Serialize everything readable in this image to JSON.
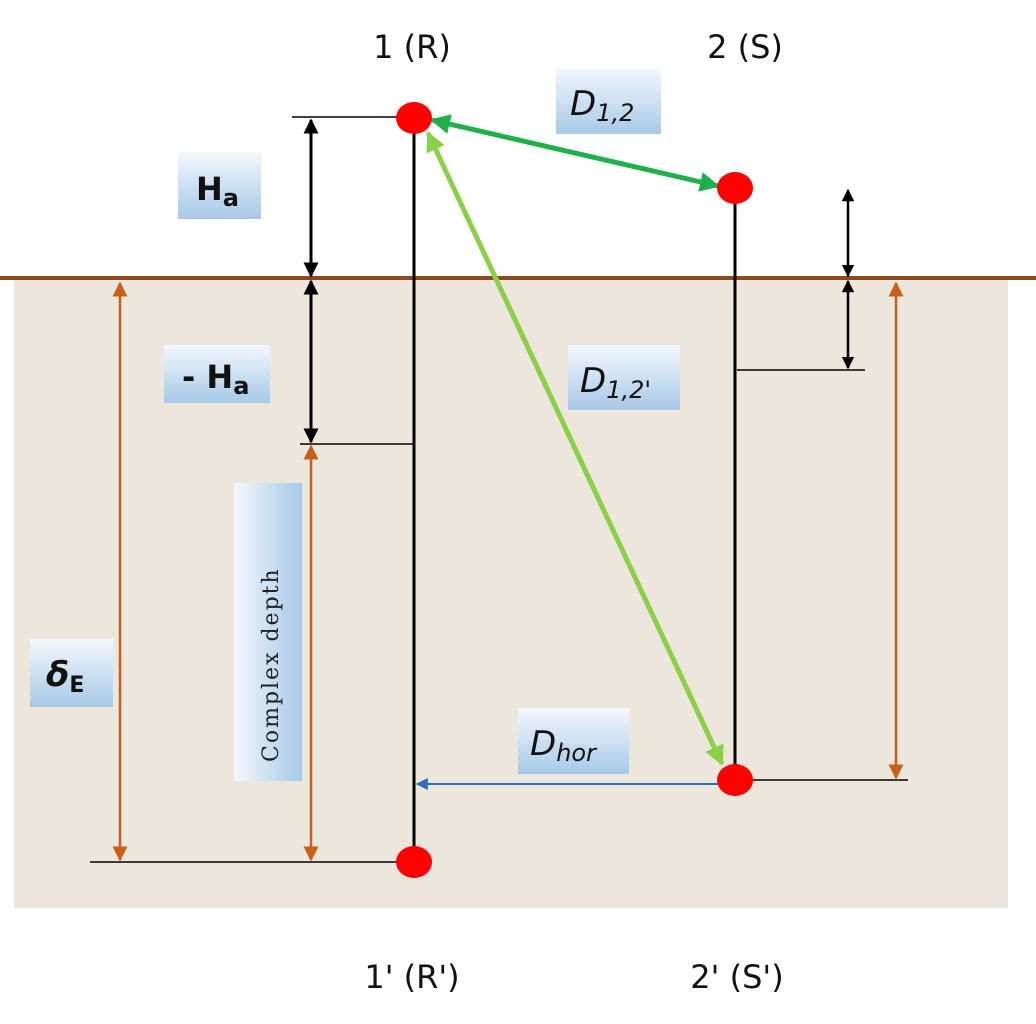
{
  "points": {
    "p1": "1 (R)",
    "p2": "2 (S)",
    "p1_image": "1' (R')",
    "p2_image": "2' (S')"
  },
  "labels": {
    "ha": {
      "main": "H",
      "sub": "a"
    },
    "neg_ha": {
      "main": "- H",
      "sub": "a"
    },
    "d12": {
      "main": "D",
      "sub": "1,2"
    },
    "d12_image": {
      "main": "D",
      "sub": "1,2'"
    },
    "dhor": {
      "main": "D",
      "sub": "hor"
    },
    "delta_e": {
      "main": "δ",
      "sub": "E"
    },
    "complex_depth": "Complex depth"
  },
  "colors": {
    "ground_fill": "#ece6dc",
    "ground_line": "#8b4a1e",
    "point": "#ff0000",
    "d12_arrow": "#1fb04a",
    "d12_image_arrow": "#8cd04a",
    "dhor_arrow": "#2a6fb5",
    "depth_arrow": "#c8601c"
  }
}
